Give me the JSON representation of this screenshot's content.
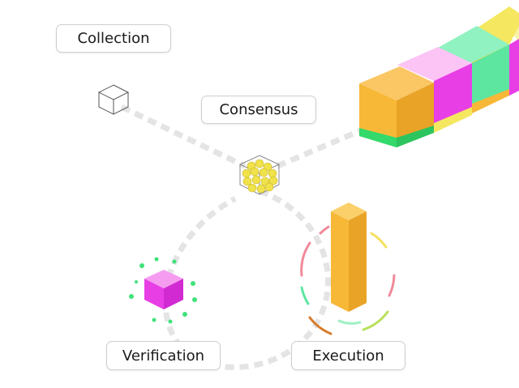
{
  "nodes": {
    "collection": {
      "label": "Collection",
      "icon": "wireframe-cube-icon"
    },
    "consensus": {
      "label": "Consensus",
      "icon": "cube-of-spheres-icon"
    },
    "verification": {
      "label": "Verification",
      "icon": "magenta-cube-icon"
    },
    "execution": {
      "label": "Execution",
      "icon": "orange-pillar-icon"
    }
  },
  "colors": {
    "orange": "#f7b838",
    "magenta": "#e83ee6",
    "pink": "#f59cf0",
    "mint": "#5ce6a0",
    "yellow": "#f5e860",
    "green": "#33d96a",
    "dot_green": "#3fe27a",
    "track_gray": "#e4e4e4",
    "spheres": "#f0e24a"
  }
}
